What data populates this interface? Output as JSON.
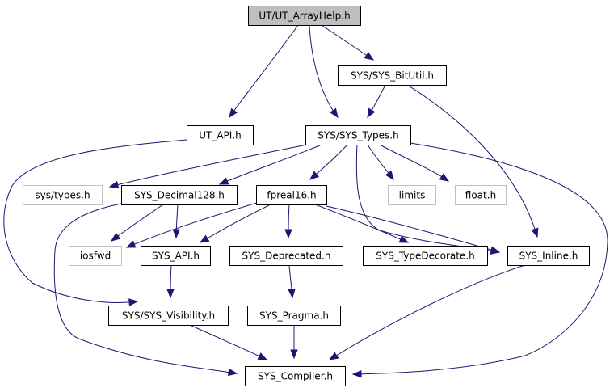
{
  "diagram": {
    "type": "include-dependency-graph",
    "colors": {
      "edge": "#191970",
      "root_fill": "#bfbfbf",
      "node_fill": "#ffffff",
      "node_border": "#000000",
      "external_border": "#bfbfbf"
    },
    "nodes": [
      {
        "id": "arrayhelp",
        "label": "UT/UT_ArrayHelp.h",
        "style": "root"
      },
      {
        "id": "bitutil",
        "label": "SYS/SYS_BitUtil.h",
        "style": "normal"
      },
      {
        "id": "utapi",
        "label": "UT_API.h",
        "style": "normal"
      },
      {
        "id": "types",
        "label": "SYS/SYS_Types.h",
        "style": "normal"
      },
      {
        "id": "systypes",
        "label": "sys/types.h",
        "style": "external"
      },
      {
        "id": "decimal128",
        "label": "SYS_Decimal128.h",
        "style": "normal"
      },
      {
        "id": "fpreal16",
        "label": "fpreal16.h",
        "style": "normal"
      },
      {
        "id": "limits",
        "label": "limits",
        "style": "external"
      },
      {
        "id": "float",
        "label": "float.h",
        "style": "external"
      },
      {
        "id": "iosfwd",
        "label": "iosfwd",
        "style": "external"
      },
      {
        "id": "sysapi",
        "label": "SYS_API.h",
        "style": "normal"
      },
      {
        "id": "deprecated",
        "label": "SYS_Deprecated.h",
        "style": "normal"
      },
      {
        "id": "typedecorate",
        "label": "SYS_TypeDecorate.h",
        "style": "normal"
      },
      {
        "id": "inline",
        "label": "SYS_Inline.h",
        "style": "normal"
      },
      {
        "id": "visibility",
        "label": "SYS/SYS_Visibility.h",
        "style": "normal"
      },
      {
        "id": "pragma",
        "label": "SYS_Pragma.h",
        "style": "normal"
      },
      {
        "id": "compiler",
        "label": "SYS_Compiler.h",
        "style": "normal"
      }
    ],
    "edges": [
      {
        "from": "arrayhelp",
        "to": "utapi"
      },
      {
        "from": "arrayhelp",
        "to": "types"
      },
      {
        "from": "arrayhelp",
        "to": "bitutil"
      },
      {
        "from": "bitutil",
        "to": "types"
      },
      {
        "from": "bitutil",
        "to": "inline"
      },
      {
        "from": "utapi",
        "to": "visibility"
      },
      {
        "from": "types",
        "to": "systypes"
      },
      {
        "from": "types",
        "to": "decimal128"
      },
      {
        "from": "types",
        "to": "fpreal16"
      },
      {
        "from": "types",
        "to": "limits"
      },
      {
        "from": "types",
        "to": "float"
      },
      {
        "from": "types",
        "to": "inline"
      },
      {
        "from": "types",
        "to": "compiler"
      },
      {
        "from": "decimal128",
        "to": "iosfwd"
      },
      {
        "from": "decimal128",
        "to": "sysapi"
      },
      {
        "from": "decimal128",
        "to": "compiler"
      },
      {
        "from": "fpreal16",
        "to": "iosfwd"
      },
      {
        "from": "fpreal16",
        "to": "sysapi"
      },
      {
        "from": "fpreal16",
        "to": "deprecated"
      },
      {
        "from": "fpreal16",
        "to": "typedecorate"
      },
      {
        "from": "fpreal16",
        "to": "inline"
      },
      {
        "from": "sysapi",
        "to": "visibility"
      },
      {
        "from": "deprecated",
        "to": "pragma"
      },
      {
        "from": "inline",
        "to": "compiler"
      },
      {
        "from": "visibility",
        "to": "compiler"
      },
      {
        "from": "pragma",
        "to": "compiler"
      }
    ]
  }
}
